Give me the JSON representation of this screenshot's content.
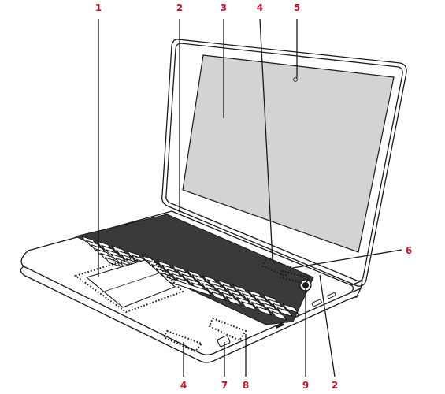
{
  "callouts": [
    {
      "id": "c1",
      "label": "1"
    },
    {
      "id": "c2a",
      "label": "2"
    },
    {
      "id": "c3",
      "label": "3"
    },
    {
      "id": "c4a",
      "label": "4"
    },
    {
      "id": "c5",
      "label": "5"
    },
    {
      "id": "c6",
      "label": "6"
    },
    {
      "id": "c4b",
      "label": "4"
    },
    {
      "id": "c7",
      "label": "7"
    },
    {
      "id": "c8",
      "label": "8"
    },
    {
      "id": "c9",
      "label": "9"
    },
    {
      "id": "c2b",
      "label": "2"
    }
  ],
  "colors": {
    "callout": "#c8102e",
    "screen": "#d3d3d3",
    "outline": "#1a1a1a",
    "keyboard_well": "#3a3a3a",
    "background": "#ffffff"
  }
}
